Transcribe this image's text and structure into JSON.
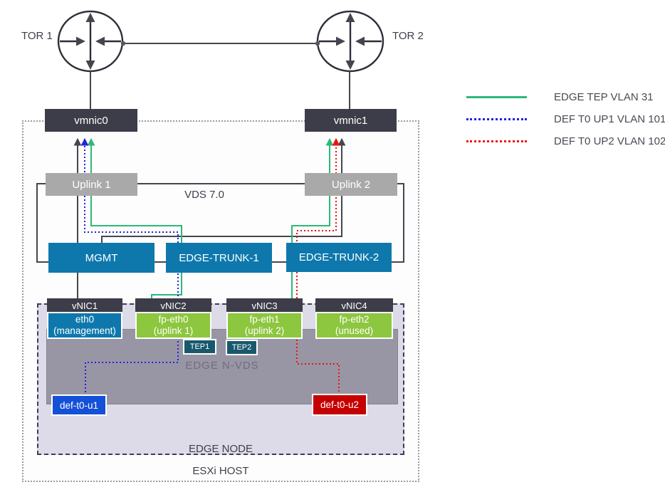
{
  "diagram": {
    "tor1": "TOR 1",
    "tor2": "TOR 2",
    "vmnic0": "vmnic0",
    "vmnic1": "vmnic1",
    "uplink1": "Uplink 1",
    "uplink2": "Uplink 2",
    "vds_label": "VDS 7.0",
    "portgroups": {
      "mgmt": "MGMT",
      "trunk1": "EDGE-TRUNK-1",
      "trunk2": "EDGE-TRUNK-2"
    },
    "vnics": {
      "vnic1": "vNIC1",
      "vnic2": "vNIC2",
      "vnic3": "vNIC3",
      "vnic4": "vNIC4"
    },
    "nics": {
      "eth0": {
        "name": "eth0",
        "note": "(management)"
      },
      "fpeth0": {
        "name": "fp-eth0",
        "note": "(uplink 1)"
      },
      "fpeth1": {
        "name": "fp-eth1",
        "note": "(uplink 2)"
      },
      "fpeth2": {
        "name": "fp-eth2",
        "note": "(unused)"
      }
    },
    "tep1": "TEP1",
    "tep2": "TEP2",
    "def_t0_u1": "def-t0-u1",
    "def_t0_u2": "def-t0-u2",
    "nvds_label": "EDGE N-VDS",
    "edge_node_label": "EDGE NODE",
    "esxi_label": "ESXi HOST"
  },
  "legend": {
    "items": [
      {
        "label": "EDGE TEP VLAN 31",
        "style": "solid",
        "color": "#2eb878"
      },
      {
        "label": "DEF T0 UP1 VLAN 101",
        "style": "dotted",
        "color": "#2222dd"
      },
      {
        "label": "DEF T0 UP2 VLAN 102",
        "style": "dotted",
        "color": "#ee1111"
      }
    ]
  },
  "colors": {
    "portgroup_blue": "#0e78ad",
    "nic_green": "#8dc63f",
    "tep_teal": "#19586c",
    "def_blue": "#1450d8",
    "def_red": "#c60000",
    "dark_line": "#45454f",
    "nvds_gray": "#9896a4",
    "edge_node_fill": "#dcdbe7"
  }
}
